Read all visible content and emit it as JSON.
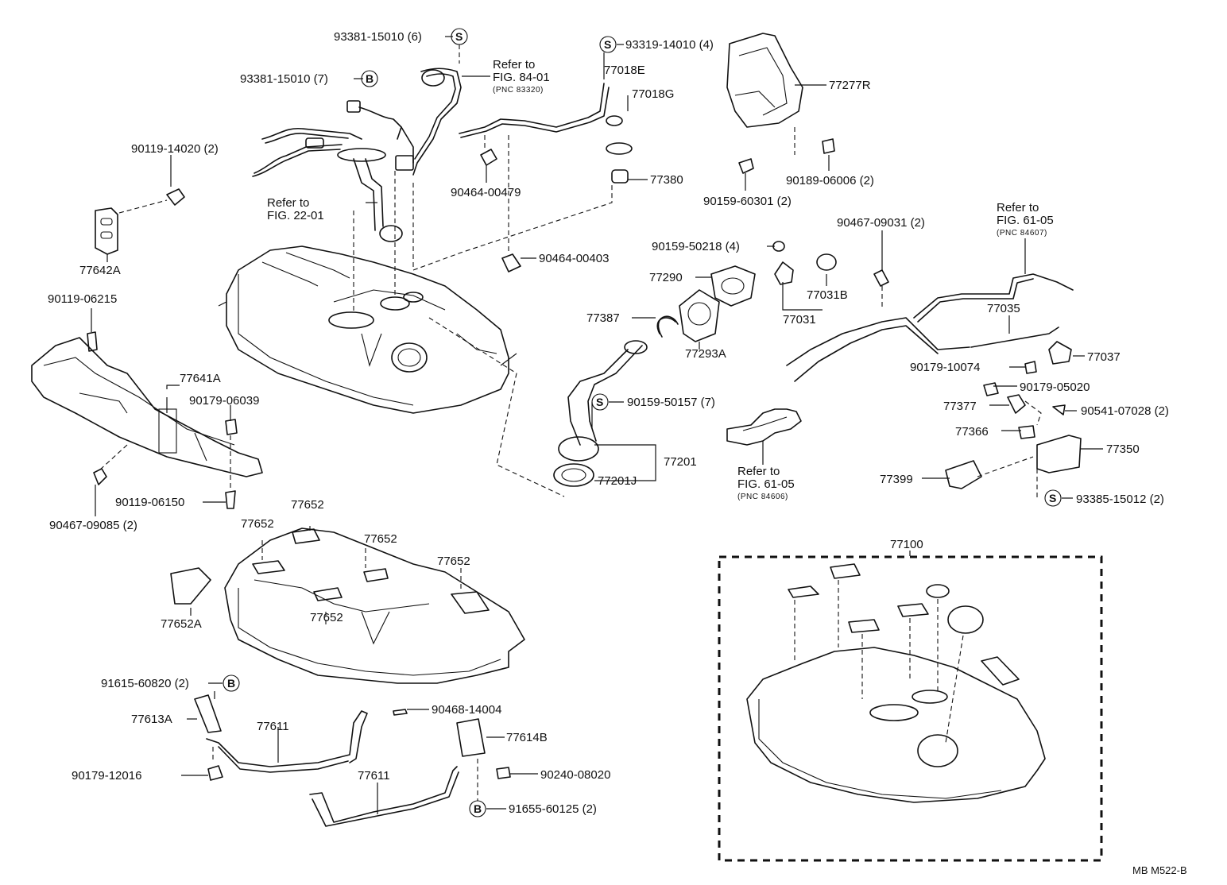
{
  "labels": {
    "p93381_15010_6": "93381-15010 (6)",
    "p93381_15010_7": "93381-15010 (7)",
    "refer_to_1": "Refer to",
    "fig_84_01": "FIG. 84-01",
    "pnc_83320": "(PNC 83320)",
    "p93319_14010": "93319-14010 (4)",
    "p77018E": "77018E",
    "p77018G": "77018G",
    "p77277R": "77277R",
    "p90119_14020": "90119-14020 (2)",
    "refer_to_2": "Refer to",
    "fig_22_01": "FIG. 22-01",
    "p77380": "77380",
    "p90464_00479": "90464-00479",
    "p90189_06006": "90189-06006 (2)",
    "p90159_60301": "90159-60301 (2)",
    "p77642A": "77642A",
    "p90464_00403": "90464-00403",
    "p90159_50218": "90159-50218 (4)",
    "p90467_09031": "90467-09031 (2)",
    "refer_to_3": "Refer to",
    "fig_61_05_a": "FIG. 61-05",
    "pnc_84607": "(PNC 84607)",
    "p90119_06215": "90119-06215",
    "p77290": "77290",
    "p77031B": "77031B",
    "p77387": "77387",
    "p77031": "77031",
    "p77035": "77035",
    "p77293A": "77293A",
    "p77037": "77037",
    "p77641A": "77641A",
    "p90179_06039": "90179-06039",
    "p90179_10074": "90179-10074",
    "p90179_05020": "90179-05020",
    "p90159_50157": "90159-50157 (7)",
    "p77377": "77377",
    "p90541_07028": "90541-07028 (2)",
    "p77366": "77366",
    "p77201": "77201",
    "p77350": "77350",
    "refer_to_4": "Refer to",
    "fig_61_05_b": "FIG. 61-05",
    "pnc_84606": "(PNC 84606)",
    "p77201J": "77201J",
    "p77399": "77399",
    "p93385_15012": "93385-15012 (2)",
    "p90119_06150": "90119-06150",
    "p90467_09085": "90467-09085 (2)",
    "p77652_a": "77652",
    "p77652_b": "77652",
    "p77652_c": "77652",
    "p77652_d": "77652",
    "p77652_e": "77652",
    "p77652A": "77652A",
    "p77100": "77100",
    "p91615_60820": "91615-60820 (2)",
    "p90468_14004": "90468-14004",
    "p77613A": "77613A",
    "p77611_a": "77611",
    "p77614B": "77614B",
    "p90179_12016": "90179-12016",
    "p90240_08020": "90240-08020",
    "p77611_b": "77611",
    "p91655_60125": "91655-60125 (2)",
    "code": "MB M522-B"
  },
  "badges": {
    "s": "S",
    "b": "B"
  }
}
